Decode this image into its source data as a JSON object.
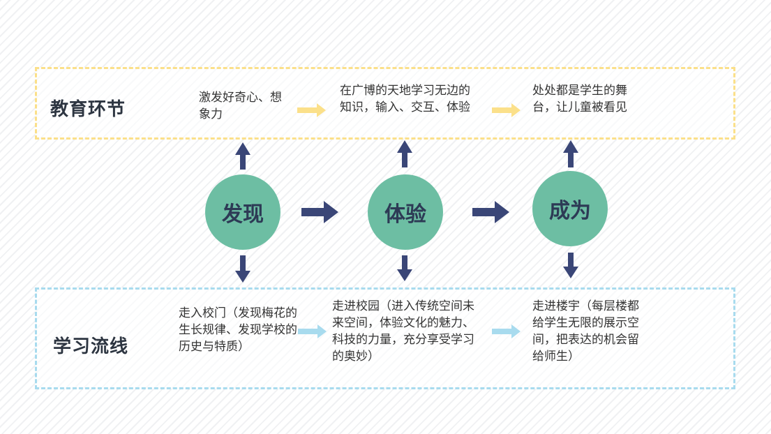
{
  "bands": {
    "top_title": "教育环节",
    "bottom_title": "学习流线"
  },
  "stages": [
    {
      "label": "发现"
    },
    {
      "label": "体验"
    },
    {
      "label": "成为"
    }
  ],
  "top_texts": [
    "激发好奇心、想象力",
    "在广博的天地学习无边的知识，输入、交互、体验",
    "处处都是学生的舞台，让儿童被看见"
  ],
  "bottom_texts": [
    "走入校门（发现梅花的生长规律、发现学校的历史与特质）",
    "走进校园（进入传统空间未来空间，体验文化的魅力、科技的力量，充分享受学习的奥妙）",
    "走进楼宇（每层楼都给学生无限的展示空间，把表达的机会留给师生）"
  ],
  "colors": {
    "circle": "#6dbea3",
    "arrow_main": "#3a4677",
    "arrow_top": "#fbe08a",
    "arrow_bottom": "#a8dbee",
    "band_top": "#fbe08a",
    "band_bottom": "#a8dbee"
  }
}
